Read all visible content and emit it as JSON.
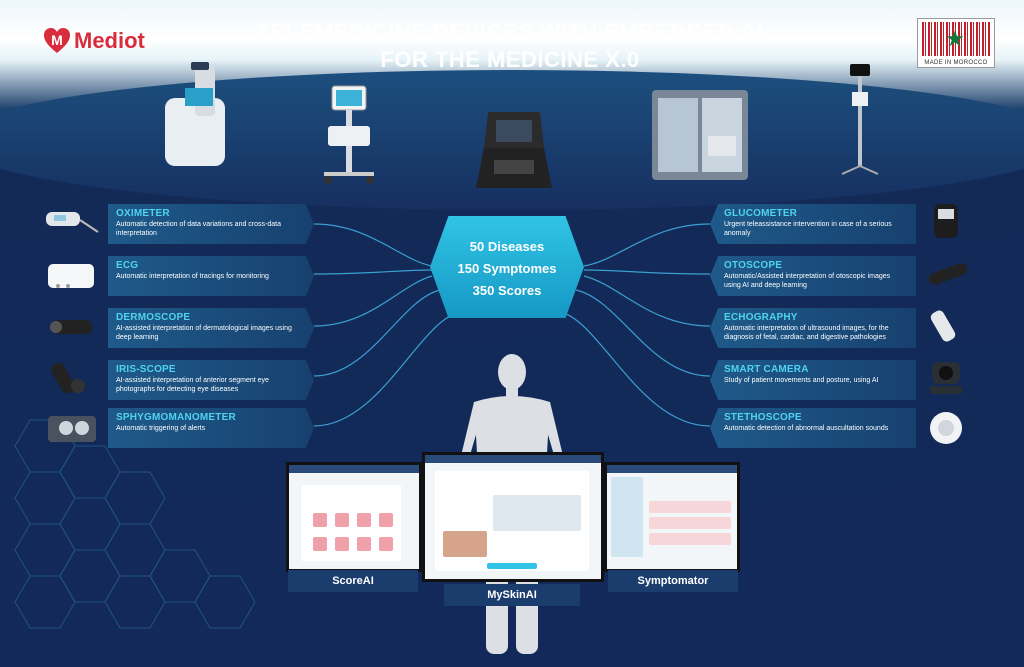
{
  "brand": {
    "name": "Mediot"
  },
  "title": {
    "line1": "TELEMEDICINE DEVICES WITH EMBEDDED AI",
    "line2": "FOR THE MEDICINE X.0"
  },
  "badge": {
    "text": "MADE IN MOROCCO"
  },
  "center": {
    "diseases": "50 Diseases",
    "symptoms": "150 Symptomes",
    "scores": "350 Scores"
  },
  "left_features": [
    {
      "title": "OXIMETER",
      "desc": "Automatic detection of data variations and cross-data interpretation",
      "icon": "oximeter-icon"
    },
    {
      "title": "ECG",
      "desc": "Automatic interpretation of tracings for monitoring",
      "icon": "ecg-device-icon"
    },
    {
      "title": "DERMOSCOPE",
      "desc": "AI-assisted interpretation of dermatological images using deep learning",
      "icon": "dermoscope-icon"
    },
    {
      "title": "IRIS-SCOPE",
      "desc": "AI-assisted interpretation of anterior segment eye photographs for detecting eye diseases",
      "icon": "iris-scope-icon"
    },
    {
      "title": "SPHYGMOMANOMETER",
      "desc": "Automatic triggering of alerts",
      "icon": "sphygmomanometer-icon"
    }
  ],
  "right_features": [
    {
      "title": "GLUCOMETER",
      "desc": "Urgent teleassistance intervention in case of a serious anomaly",
      "icon": "glucometer-icon"
    },
    {
      "title": "OTOSCOPE",
      "desc": "Automatic/Assisted interpretation of otoscopic images using AI and deep learning",
      "icon": "otoscope-icon"
    },
    {
      "title": "ECHOGRAPHY",
      "desc": "Automatic interpretation of ultrasound images, for the diagnosis of fetal, cardiac, and digestive pathologies",
      "icon": "ultrasound-probe-icon"
    },
    {
      "title": "SMART CAMERA",
      "desc": "Study of patient movements and posture, using AI",
      "icon": "camera-icon"
    },
    {
      "title": "STETHOSCOPE",
      "desc": "Automatic detection of abnormal auscultation sounds",
      "icon": "stethoscope-icon"
    }
  ],
  "apps": {
    "left": "ScoreAI",
    "center": "MySkinAI",
    "right": "Symptomator"
  },
  "colors": {
    "navy": "#12295a",
    "cyan": "#31c4e6",
    "brand_red": "#d92c3d"
  }
}
